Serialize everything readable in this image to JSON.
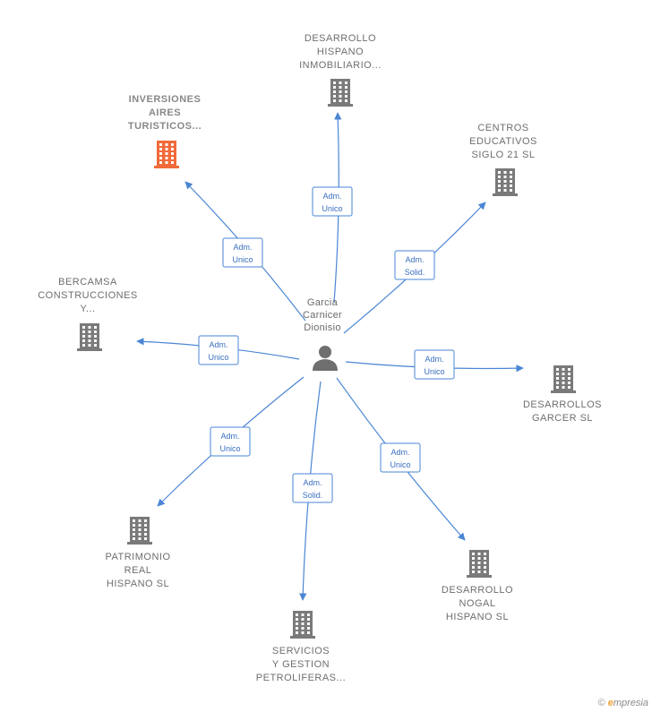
{
  "center": {
    "label_lines": [
      "Garcia",
      "Carnicer",
      "Dionisio"
    ],
    "icon": "person-icon"
  },
  "colors": {
    "edge": "#4a86d4",
    "building": "#7a7a7a",
    "highlight": "#f26a3a"
  },
  "nodes": [
    {
      "id": "desarrollo-hispano-inmobiliario",
      "label_lines": [
        "DESARROLLO",
        "HISPANO",
        "INMOBILIARIO..."
      ],
      "role": "Adm. Unico",
      "role_lines": [
        "Adm.",
        "Unico"
      ],
      "highlight": false
    },
    {
      "id": "centros-educativos-siglo-21",
      "label_lines": [
        "CENTROS",
        "EDUCATIVOS",
        "SIGLO 21  SL"
      ],
      "role": "Adm. Solid.",
      "role_lines": [
        "Adm.",
        "Solid."
      ],
      "highlight": false
    },
    {
      "id": "desarrollos-garcer",
      "label_lines": [
        "DESARROLLOS",
        "GARCER  SL"
      ],
      "role": "Adm. Unico",
      "role_lines": [
        "Adm.",
        "Unico"
      ],
      "highlight": false
    },
    {
      "id": "desarrollo-nogal-hispano",
      "label_lines": [
        "DESARROLLO",
        "NOGAL",
        "HISPANO  SL"
      ],
      "role": "Adm. Unico",
      "role_lines": [
        "Adm.",
        "Unico"
      ],
      "highlight": false
    },
    {
      "id": "servicios-gestion-petroliferas",
      "label_lines": [
        "SERVICIOS",
        "Y GESTION",
        "PETROLIFERAS..."
      ],
      "role": "Adm. Solid.",
      "role_lines": [
        "Adm.",
        "Solid."
      ],
      "highlight": false
    },
    {
      "id": "patrimonio-real-hispano",
      "label_lines": [
        "PATRIMONIO",
        "REAL",
        "HISPANO  SL"
      ],
      "role": "Adm. Unico",
      "role_lines": [
        "Adm.",
        "Unico"
      ],
      "highlight": false
    },
    {
      "id": "bercamsa-construcciones",
      "label_lines": [
        "BERCAMSA",
        "CONSTRUCCIONES",
        "Y..."
      ],
      "role": "Adm. Unico",
      "role_lines": [
        "Adm.",
        "Unico"
      ],
      "highlight": false
    },
    {
      "id": "inversiones-aires-turisticos",
      "label_lines": [
        "INVERSIONES",
        "AIRES",
        "TURISTICOS..."
      ],
      "role": "Adm. Unico",
      "role_lines": [
        "Adm.",
        "Unico"
      ],
      "highlight": true
    }
  ],
  "footer": {
    "copyright": "©",
    "brand_initial": "e",
    "brand_rest": "mpresia"
  }
}
